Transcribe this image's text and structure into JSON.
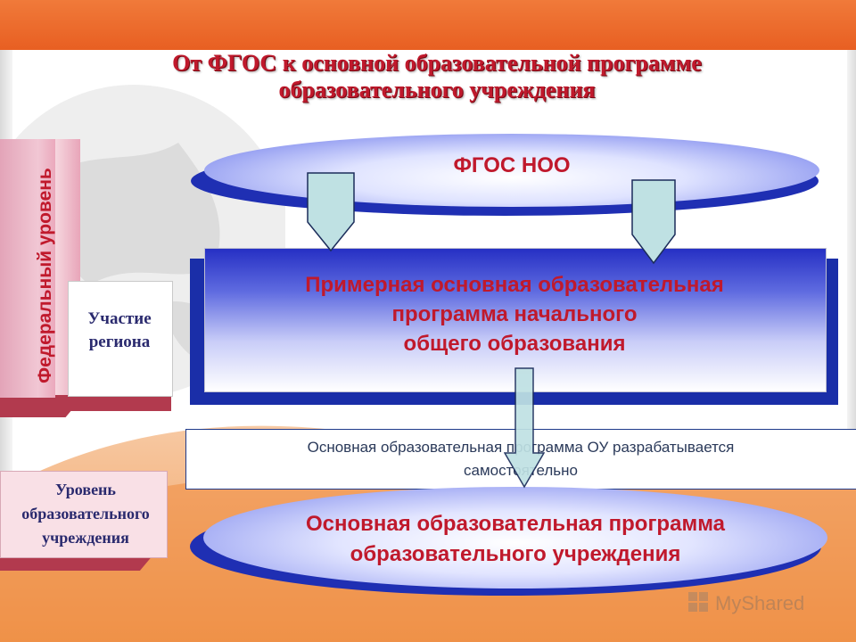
{
  "title": {
    "line1": "От ФГОС к основной образовательной программе",
    "line2": "образовательного учреждения"
  },
  "levels": {
    "federal": "Федеральный уровень",
    "region_line1": "Участие",
    "region_line2": "региона",
    "school_line1": "Уровень",
    "school_line2": "образовательного",
    "school_line3": "учреждения"
  },
  "nodes": {
    "fgos": "ФГОС НОО",
    "example_line1": "Примерная основная образовательная",
    "example_line2": "программа  начального",
    "example_line3": "общего образования",
    "note_line1": "Основная образовательная программа ОУ разрабатывается",
    "note_line2": "самостоятельно",
    "school_program_line1": "Основная образовательная программа",
    "school_program_line2": "образовательного учреждения"
  },
  "watermark": "MyShared",
  "colors": {
    "title_red": "#c0192c",
    "node_blue": "#2630c4",
    "arrow_fill": "#bfe1e3",
    "band_orange": "#e85f22"
  }
}
